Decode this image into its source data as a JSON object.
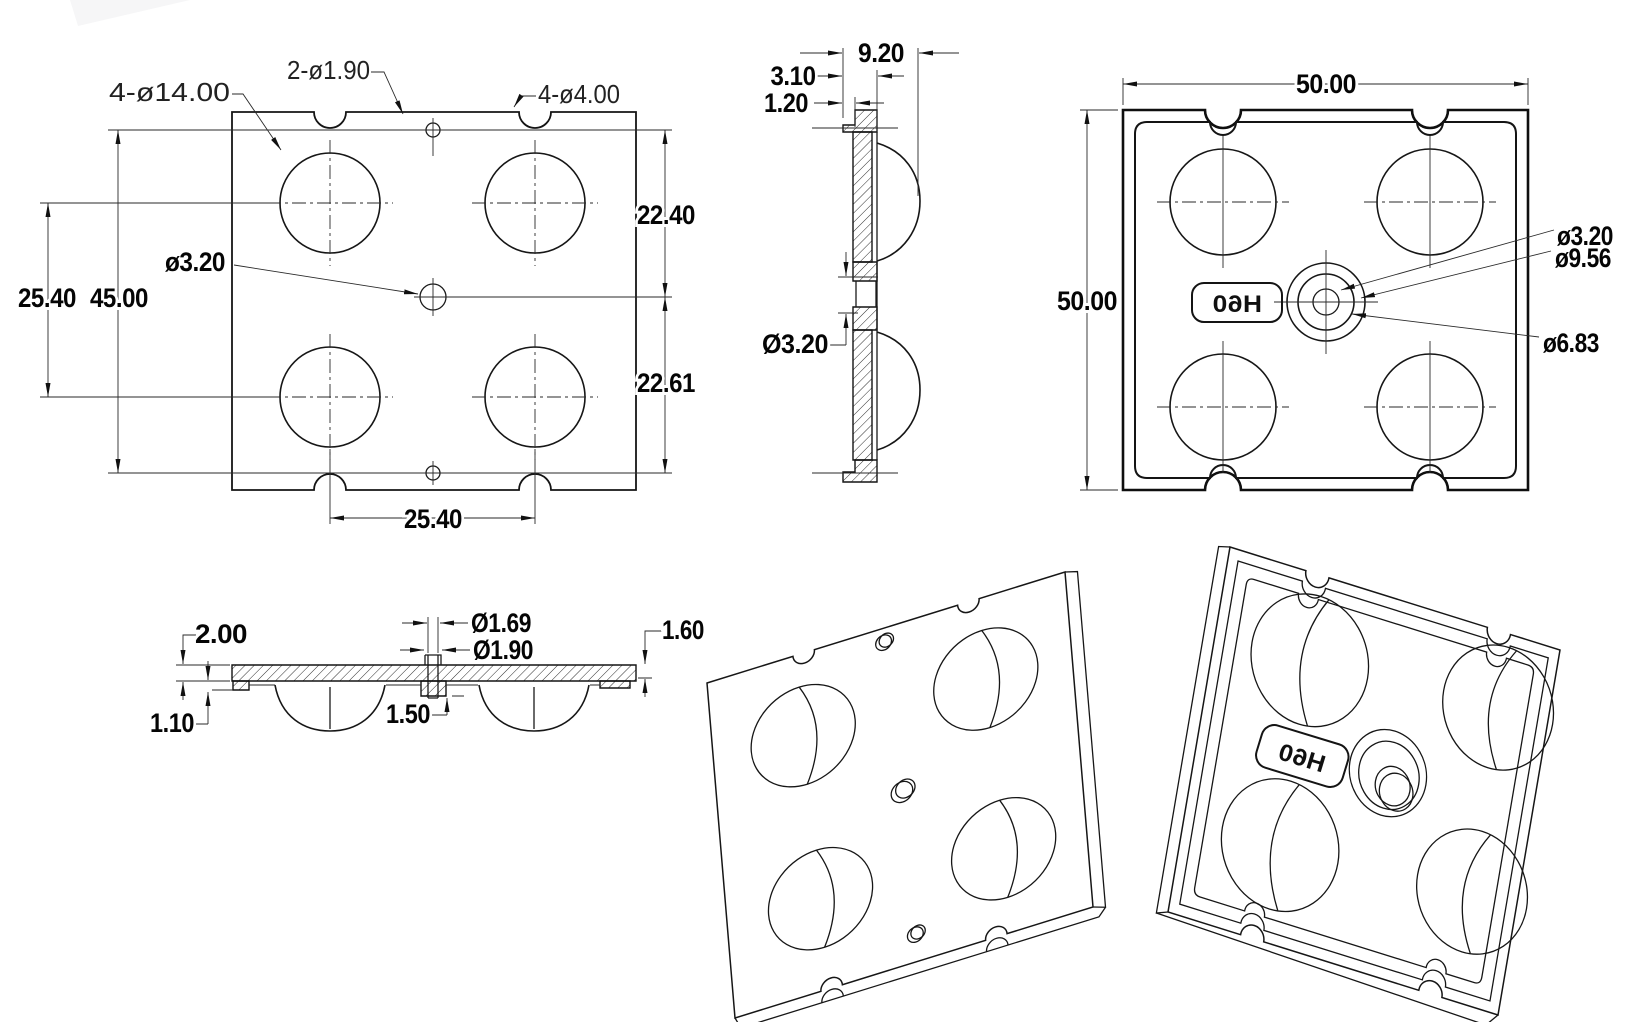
{
  "front_view": {
    "callout_lens": "4-ø14.00",
    "callout_pins": "2-ø1.90",
    "callout_notches": "4-ø4.00",
    "callout_center_hole": "ø3.20",
    "dim_row_pitch": "25.40",
    "dim_pin_span": "45.00",
    "dim_upper": "22.40",
    "dim_lower": "22.61",
    "dim_col_pitch": "25.40"
  },
  "side_view": {
    "dim_total_depth": "9.20",
    "dim_step": "3.10",
    "dim_flange": "1.20",
    "callout_hole": "Ø3.20"
  },
  "back_view": {
    "dim_width": "50.00",
    "dim_height": "50.00",
    "callout_hole": "ø3.20",
    "callout_boss_outer": "ø9.56",
    "callout_boss_mid": "ø6.83",
    "marking": "H60"
  },
  "section_view": {
    "dim_thickness": "2.00",
    "dim_hole_id": "Ø1.69",
    "dim_hole_od": "Ø1.90",
    "dim_rim": "1.60",
    "dim_foot": "1.10",
    "dim_boss": "1.50"
  },
  "iso_back": {
    "marking": "H60"
  }
}
